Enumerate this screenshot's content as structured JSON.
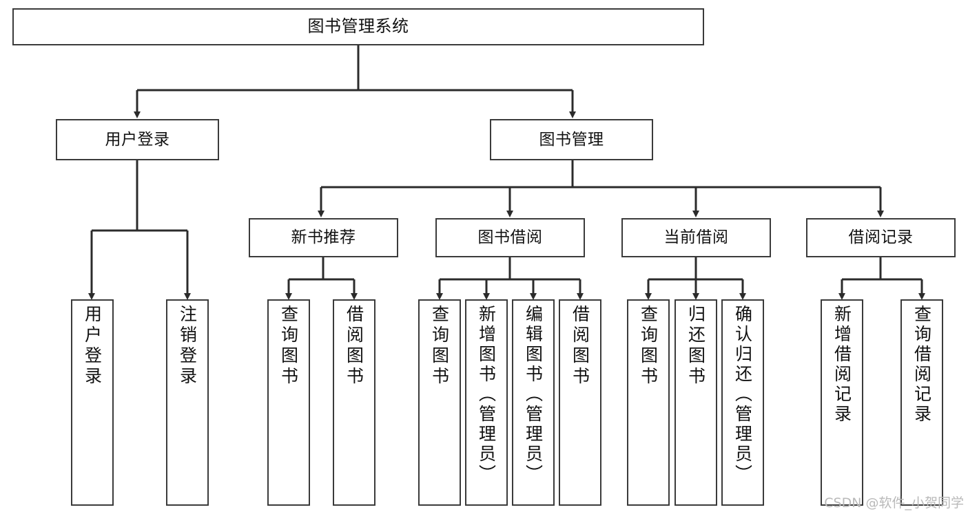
{
  "diagram": {
    "title": "图书管理系统",
    "type": "tree",
    "watermark": "CSDN @软件_小贺同学",
    "colors": {
      "box_border": "#3a3a3a",
      "box_fill": "#ffffff",
      "line": "#2b2b2b",
      "text": "#111111",
      "watermark": "#b9b9b9"
    },
    "root": {
      "label": "图书管理系统"
    },
    "level2": [
      {
        "label": "用户登录"
      },
      {
        "label": "图书管理"
      }
    ],
    "level3": [
      {
        "label": "新书推荐"
      },
      {
        "label": "图书借阅"
      },
      {
        "label": "当前借阅"
      },
      {
        "label": "借阅记录"
      }
    ],
    "leaves": [
      {
        "label": "用户登录",
        "parent": "用户登录"
      },
      {
        "label": "注销登录",
        "parent": "用户登录"
      },
      {
        "label": "查询图书",
        "parent": "新书推荐"
      },
      {
        "label": "借阅图书",
        "parent": "新书推荐"
      },
      {
        "label": "查询图书",
        "parent": "图书借阅"
      },
      {
        "label": "新增图书（管理员）",
        "parent": "图书借阅"
      },
      {
        "label": "编辑图书（管理员）",
        "parent": "图书借阅"
      },
      {
        "label": "借阅图书",
        "parent": "图书借阅"
      },
      {
        "label": "查询图书",
        "parent": "当前借阅"
      },
      {
        "label": "归还图书",
        "parent": "当前借阅"
      },
      {
        "label": "确认归还（管理员）",
        "parent": "当前借阅"
      },
      {
        "label": "新增借阅记录",
        "parent": "借阅记录"
      },
      {
        "label": "查询借阅记录",
        "parent": "借阅记录"
      }
    ]
  }
}
